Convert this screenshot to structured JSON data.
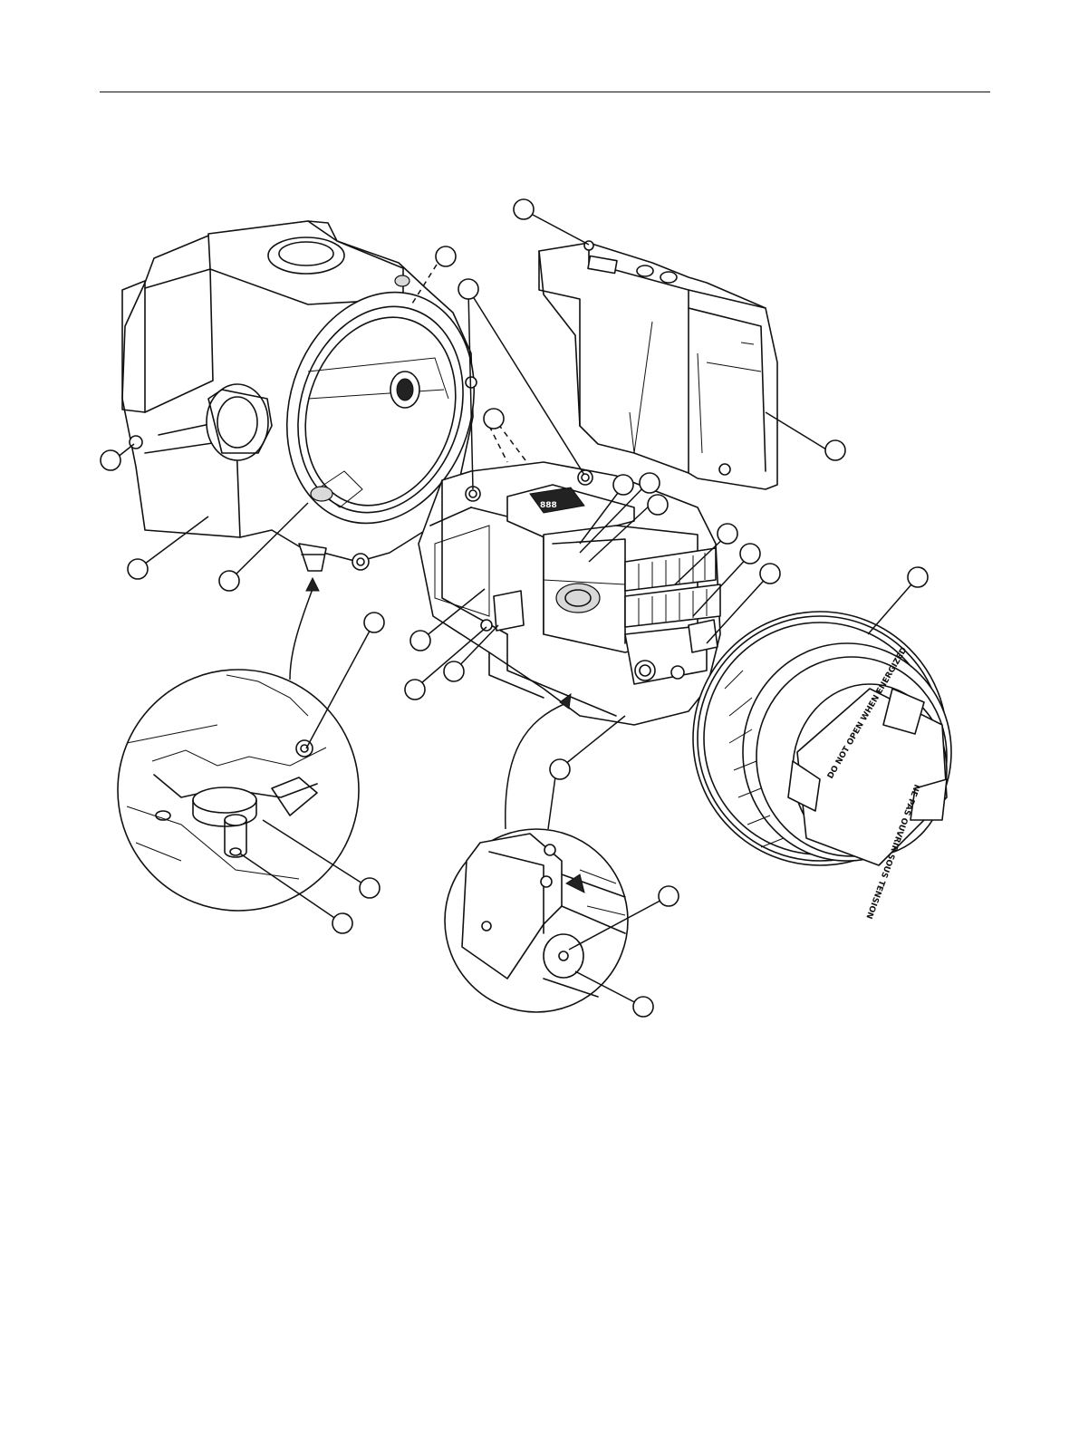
{
  "figure": {
    "callout_count": 27,
    "line_color": "#111111",
    "background": "#ffffff"
  },
  "cover": {
    "warning_text": "DO NOT OPEN WHEN ENERGIZED",
    "warning_text_fr": "NE PAS OUVRIR SOUS TENSION"
  },
  "display": {
    "readout": "888"
  }
}
